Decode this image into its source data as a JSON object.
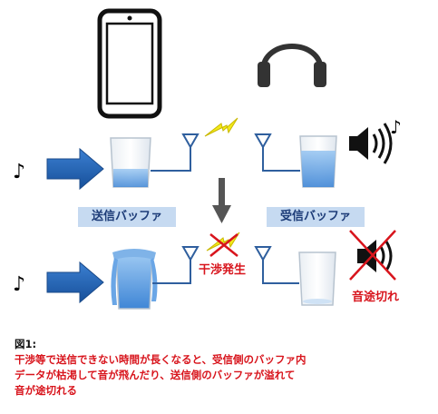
{
  "labels": {
    "send_buffer": "送信バッファ",
    "recv_buffer": "受信バッファ",
    "interference": "干渉発生",
    "audio_dropout": "音途切れ"
  },
  "caption": {
    "figure_label": "図1:",
    "lines": [
      "干渉等で送信できない時間が長くなると、受信側のバッファ内",
      "データが枯渇して音が飛んだり、送信側のバッファが溢れて",
      "音が途切れる"
    ]
  },
  "music_note": "♪",
  "icons": [
    "smartphone-icon",
    "headphones-icon",
    "speaker-icon",
    "antenna-icon",
    "lightning-icon",
    "down-arrow-icon",
    "muted-speaker-icon"
  ],
  "colors": {
    "arrow_blue": "#1f5fae",
    "label_bg": "#c6daf1",
    "label_text": "#1d3c78",
    "water": "#5d9fe0",
    "lightning": "#f3ea1a",
    "alert_red": "#d8141c"
  }
}
